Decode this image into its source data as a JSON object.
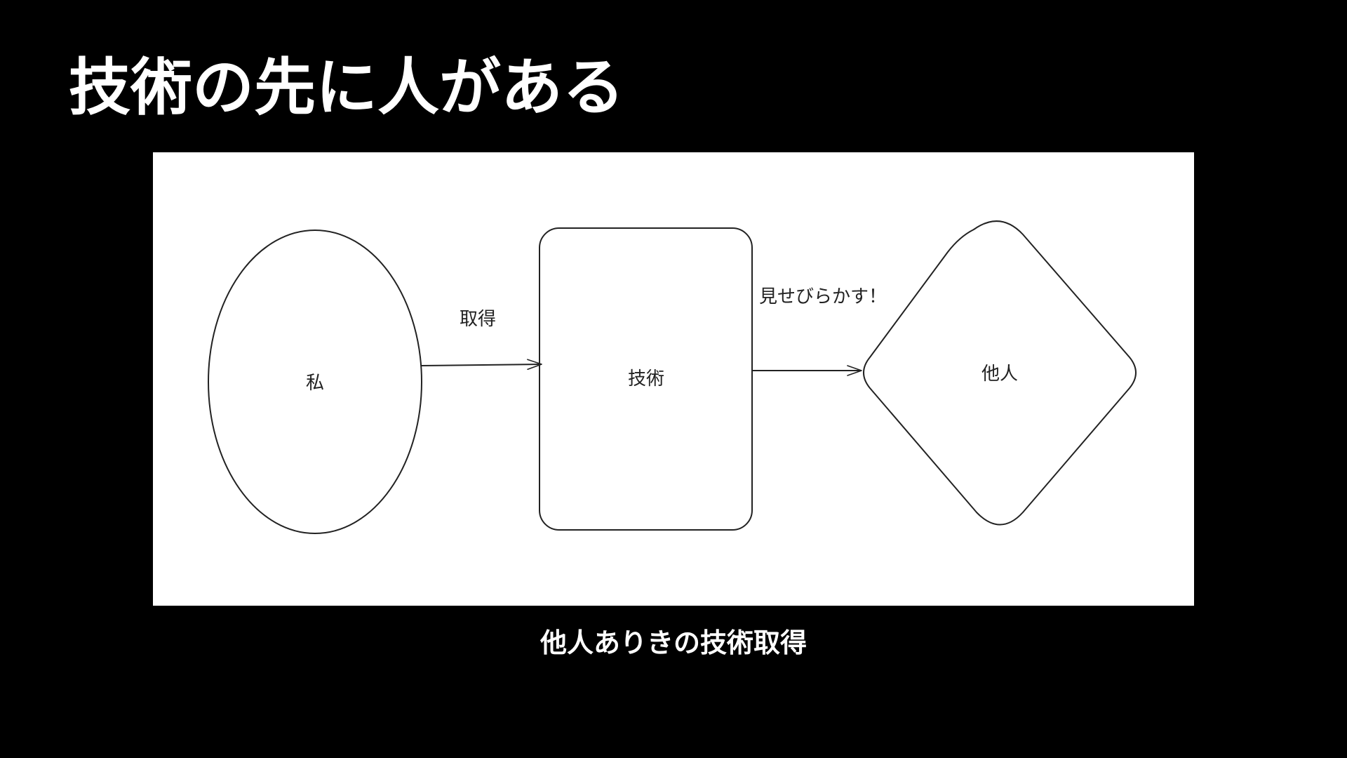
{
  "slide": {
    "title": "技術の先に人がある",
    "caption": "他人ありきの技術取得"
  },
  "diagram": {
    "nodes": {
      "self": {
        "label": "私",
        "shape": "ellipse"
      },
      "skill": {
        "label": "技術",
        "shape": "rounded-rectangle"
      },
      "others": {
        "label": "他人",
        "shape": "rounded-diamond"
      }
    },
    "edges": {
      "acquire": {
        "label": "取得",
        "from": "私",
        "to": "技術"
      },
      "show_off": {
        "label": "見せびらかす！",
        "from": "技術",
        "to": "他人"
      }
    }
  },
  "colors": {
    "background": "#000000",
    "title_text": "#ffffff",
    "panel_background": "#ffffff",
    "shape_stroke": "#222222",
    "diagram_text": "#222222"
  }
}
